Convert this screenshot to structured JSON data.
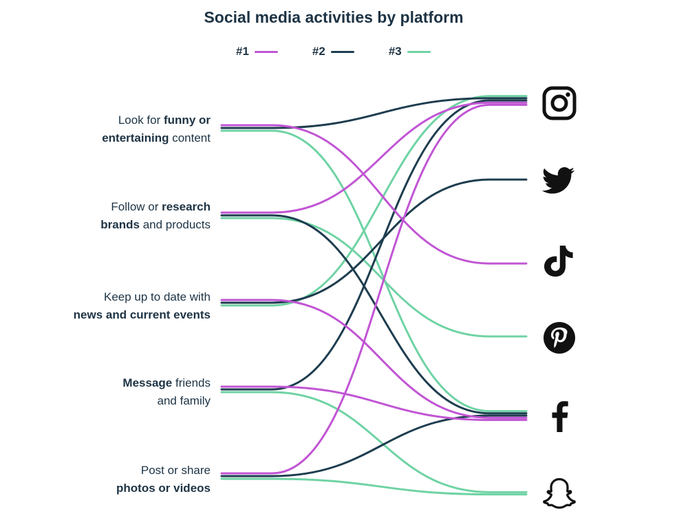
{
  "chart_data": {
    "type": "sankey",
    "title": "Social media activities by platform",
    "legend": [
      {
        "rank": "#1",
        "color": "#c155d4"
      },
      {
        "rank": "#2",
        "color": "#1e3d4f"
      },
      {
        "rank": "#3",
        "color": "#6fd3a4"
      }
    ],
    "activities": [
      {
        "id": "funny",
        "parts": [
          {
            "t": "Look for ",
            "b": false
          },
          {
            "t": "funny or",
            "b": true
          },
          {
            "br": true
          },
          {
            "t": "entertaining",
            "b": true
          },
          {
            "t": " content",
            "b": false
          }
        ]
      },
      {
        "id": "research",
        "parts": [
          {
            "t": "Follow or ",
            "b": false
          },
          {
            "t": "research",
            "b": true
          },
          {
            "br": true
          },
          {
            "t": "brands",
            "b": true
          },
          {
            "t": " and products",
            "b": false
          }
        ]
      },
      {
        "id": "news",
        "parts": [
          {
            "t": "Keep up to date with",
            "b": false
          },
          {
            "br": true
          },
          {
            "t": "news and current events",
            "b": true
          }
        ]
      },
      {
        "id": "message",
        "parts": [
          {
            "t": "Message",
            "b": true
          },
          {
            "t": " friends",
            "b": false
          },
          {
            "br": true
          },
          {
            "t": "and family",
            "b": false
          }
        ]
      },
      {
        "id": "post",
        "parts": [
          {
            "t": "Post or share",
            "b": false
          },
          {
            "br": true
          },
          {
            "t": "photos or videos",
            "b": true
          }
        ]
      }
    ],
    "platforms": [
      {
        "id": "instagram",
        "icon": "instagram-icon"
      },
      {
        "id": "twitter",
        "icon": "twitter-icon"
      },
      {
        "id": "tiktok",
        "icon": "tiktok-icon"
      },
      {
        "id": "pinterest",
        "icon": "pinterest-icon"
      },
      {
        "id": "facebook",
        "icon": "facebook-icon"
      },
      {
        "id": "snapchat",
        "icon": "snapchat-icon"
      }
    ],
    "links": [
      {
        "activity": "funny",
        "rank": 1,
        "platform": "tiktok"
      },
      {
        "activity": "funny",
        "rank": 2,
        "platform": "instagram"
      },
      {
        "activity": "funny",
        "rank": 3,
        "platform": "facebook"
      },
      {
        "activity": "research",
        "rank": 1,
        "platform": "instagram"
      },
      {
        "activity": "research",
        "rank": 2,
        "platform": "facebook"
      },
      {
        "activity": "research",
        "rank": 3,
        "platform": "pinterest"
      },
      {
        "activity": "news",
        "rank": 1,
        "platform": "facebook"
      },
      {
        "activity": "news",
        "rank": 2,
        "platform": "twitter"
      },
      {
        "activity": "news",
        "rank": 3,
        "platform": "instagram"
      },
      {
        "activity": "message",
        "rank": 1,
        "platform": "facebook"
      },
      {
        "activity": "message",
        "rank": 2,
        "platform": "instagram"
      },
      {
        "activity": "message",
        "rank": 3,
        "platform": "snapchat"
      },
      {
        "activity": "post",
        "rank": 1,
        "platform": "instagram"
      },
      {
        "activity": "post",
        "rank": 2,
        "platform": "facebook"
      },
      {
        "activity": "post",
        "rank": 3,
        "platform": "snapchat"
      }
    ]
  }
}
